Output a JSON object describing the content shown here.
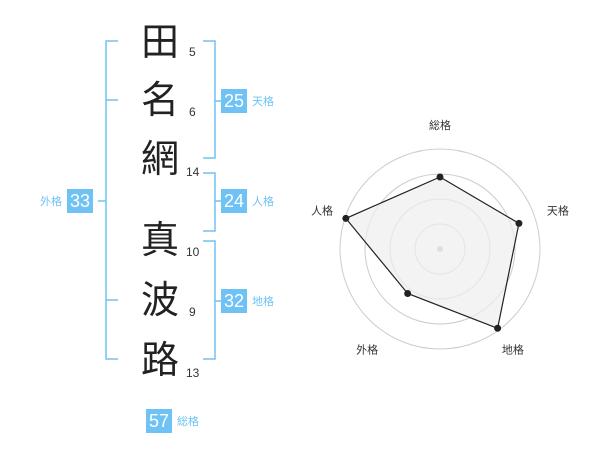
{
  "name_chars": [
    {
      "char": "田",
      "strokes": "5"
    },
    {
      "char": "名",
      "strokes": "6"
    },
    {
      "char": "網",
      "strokes": "14"
    },
    {
      "char": "真",
      "strokes": "10"
    },
    {
      "char": "波",
      "strokes": "9"
    },
    {
      "char": "路",
      "strokes": "13"
    }
  ],
  "kakusu": {
    "tenkaku": {
      "value": "25",
      "label": "天格"
    },
    "jinkaku": {
      "value": "24",
      "label": "人格"
    },
    "chikaku": {
      "value": "32",
      "label": "地格"
    },
    "gaikaku": {
      "value": "33",
      "label": "外格"
    },
    "soukaku": {
      "value": "57",
      "label": "総格"
    }
  },
  "chart_data": {
    "type": "radar",
    "axes": [
      "総格",
      "天格",
      "地格",
      "外格",
      "人格"
    ],
    "values": [
      0.72,
      0.83,
      0.98,
      0.55,
      0.99
    ],
    "rings": 4,
    "colors": {
      "bracket": "#6ec3f4",
      "fill": "#eeeeee",
      "line": "#222222",
      "grid": "#cccccc"
    }
  }
}
